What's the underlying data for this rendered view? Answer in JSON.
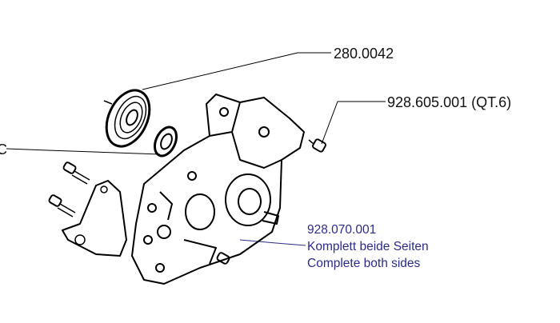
{
  "labels": {
    "bearing": "280.0042",
    "plug": "928.605.001 (QT.6)",
    "seal_partial": "C"
  },
  "note": {
    "part_number": "928.070.001",
    "line_de": "Komplett beide Seiten",
    "line_en": "Complete both sides"
  },
  "colors": {
    "label": "#111111",
    "note": "#2b2b8c",
    "drawing": "#000000"
  }
}
